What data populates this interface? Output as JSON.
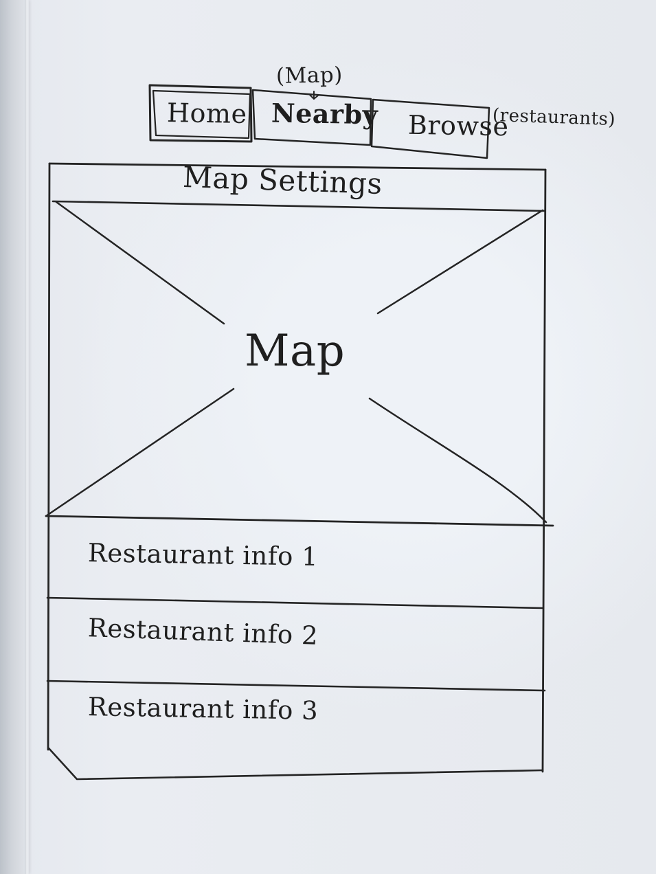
{
  "tabs": [
    {
      "label": "Home"
    },
    {
      "label": "Nearby",
      "caption": "(Map)"
    },
    {
      "label": "Browse",
      "caption": "(restaurants)"
    }
  ],
  "map_panel": {
    "settings_label": "Map Settings",
    "center_label": "Map"
  },
  "restaurant_list": [
    {
      "label": "Restaurant info 1"
    },
    {
      "label": "Restaurant info 2"
    },
    {
      "label": "Restaurant info 3"
    }
  ],
  "colors": {
    "paper": "#e7ebf0",
    "ink": "#1f1f1f",
    "shadow": "#bcc2c9"
  }
}
